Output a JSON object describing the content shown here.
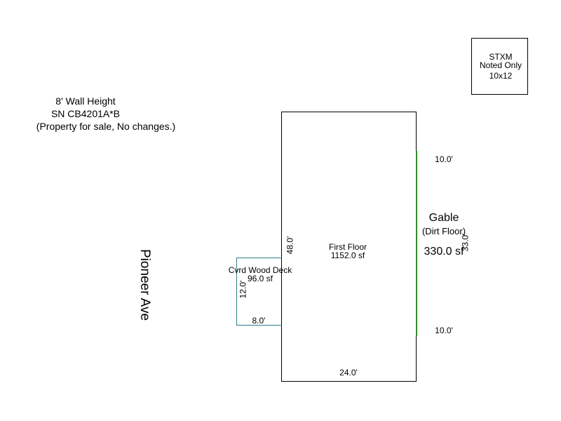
{
  "notes": {
    "line1": "8' Wall Height",
    "line2": "SN CB4201A*B",
    "line3": "(Property for sale, No changes.)"
  },
  "street": "Pioneer Ave",
  "outbuilding": {
    "line1": "STXM",
    "line2": "Noted Only",
    "line3": "10x12"
  },
  "first_floor": {
    "name": "First Floor",
    "area": "1152.0 sf",
    "dim_width": "24.0'",
    "dim_depth": "48.0'"
  },
  "deck": {
    "name": "Cvrd Wood Deck",
    "area": "96.0 sf",
    "dim_width": "8.0'",
    "dim_depth": "12.0'"
  },
  "gable": {
    "name": "Gable",
    "note": "(Dirt Floor)",
    "area": "330.0 sf",
    "dim_upper": "10.0'",
    "dim_lower": "10.0'",
    "dim_side": "33.0'"
  },
  "colors": {
    "outline": "#000000",
    "deck_outline": "#2e7d8c",
    "gable_line": "#2e8b2e"
  }
}
